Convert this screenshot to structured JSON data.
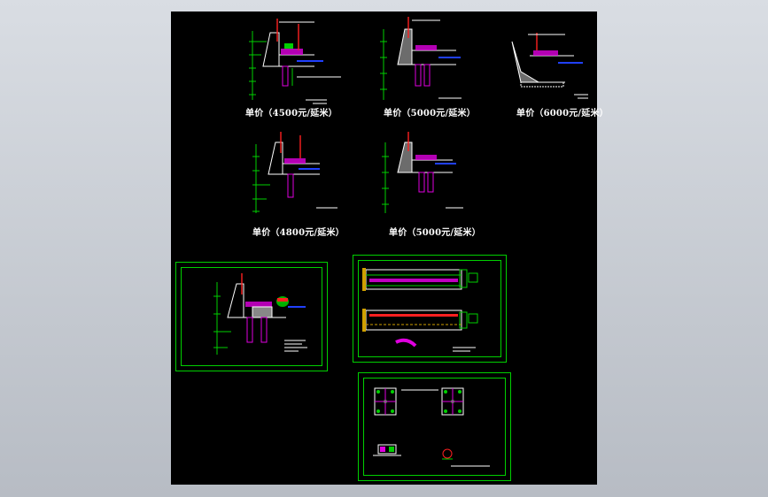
{
  "colors": {
    "background": "#000000",
    "desktop": "#c9cdd3",
    "cad_green": "#00d000",
    "cad_red": "#ff2020",
    "cad_blue": "#2040ff",
    "cad_magenta": "#e000e0",
    "cad_white": "#ffffff",
    "cad_cyan": "#00d0d0"
  },
  "sections": [
    {
      "id": "s1",
      "price_label": "单价（4500元/延米）",
      "variant": "plain"
    },
    {
      "id": "s2",
      "price_label": "单价（5000元/延米）",
      "variant": "gray-wall"
    },
    {
      "id": "s3",
      "price_label": "单价（6000元/延米）",
      "variant": "sloped"
    },
    {
      "id": "s4",
      "price_label": "单价（4800元/延米）",
      "variant": "plain"
    },
    {
      "id": "s5",
      "price_label": "单价（5000元/延米）",
      "variant": "gray-wall"
    }
  ],
  "sheets": [
    {
      "id": "detail-sheet-a",
      "icon": "cross-section-drawing"
    },
    {
      "id": "detail-sheet-b",
      "icon": "plan-and-elevation-drawing"
    },
    {
      "id": "detail-sheet-c",
      "icon": "column-detail-drawing"
    }
  ]
}
